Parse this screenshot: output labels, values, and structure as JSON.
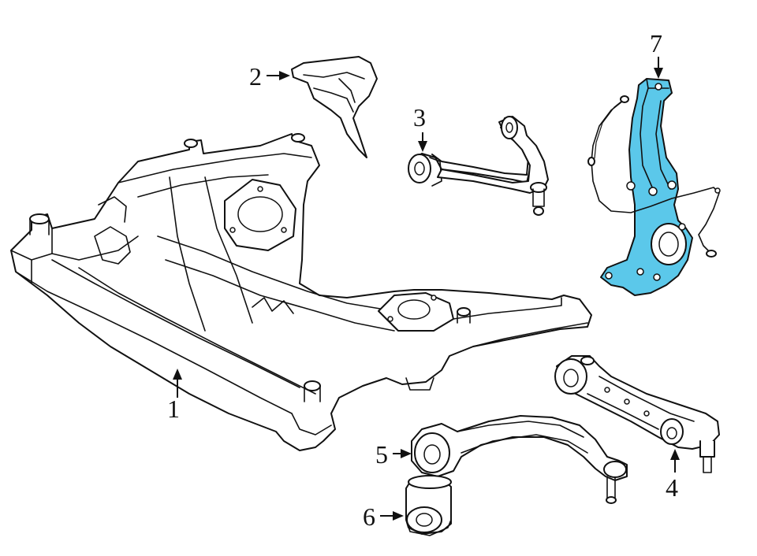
{
  "diagram": {
    "highlight_color": "#5bc8ea",
    "line_color": "#111111",
    "background": "#ffffff",
    "callouts": [
      {
        "id": "1",
        "label": "1"
      },
      {
        "id": "2",
        "label": "2"
      },
      {
        "id": "3",
        "label": "3"
      },
      {
        "id": "4",
        "label": "4"
      },
      {
        "id": "5",
        "label": "5"
      },
      {
        "id": "6",
        "label": "6"
      },
      {
        "id": "7",
        "label": "7"
      }
    ],
    "highlighted_callout": "7"
  }
}
